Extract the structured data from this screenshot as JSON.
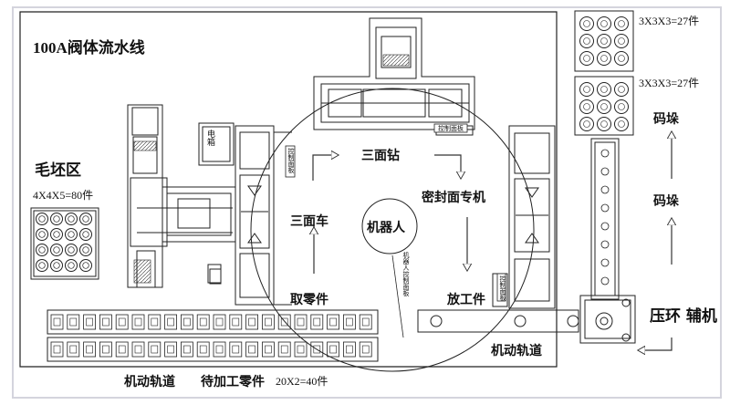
{
  "title": "100A阀体流水线",
  "blank_area": {
    "label": "毛坯区",
    "capacity": "4X4X5=80件"
  },
  "stations": {
    "turning": "三面车",
    "drilling": "三面钻",
    "seal_face": "密封面专机",
    "robot": "机器人"
  },
  "flow": {
    "take": "取零件",
    "place": "放工件"
  },
  "rails": {
    "bottom": "机动轨道",
    "right": "机动轨道"
  },
  "bottom_labels": {
    "pending": "待加工零件",
    "count": "20X2=40件"
  },
  "stack": {
    "count_top": "3X3X3=27件",
    "count_second": "3X3X3=27件",
    "stacker_1": "码垛",
    "stacker_2": "码垛"
  },
  "press": "压环 辅机",
  "panels": {
    "power_box": "电箱",
    "control_top": "控制面板",
    "control_left": "控制面板",
    "control_right": "控制面板",
    "robot_panel": "机器人控制面板"
  }
}
